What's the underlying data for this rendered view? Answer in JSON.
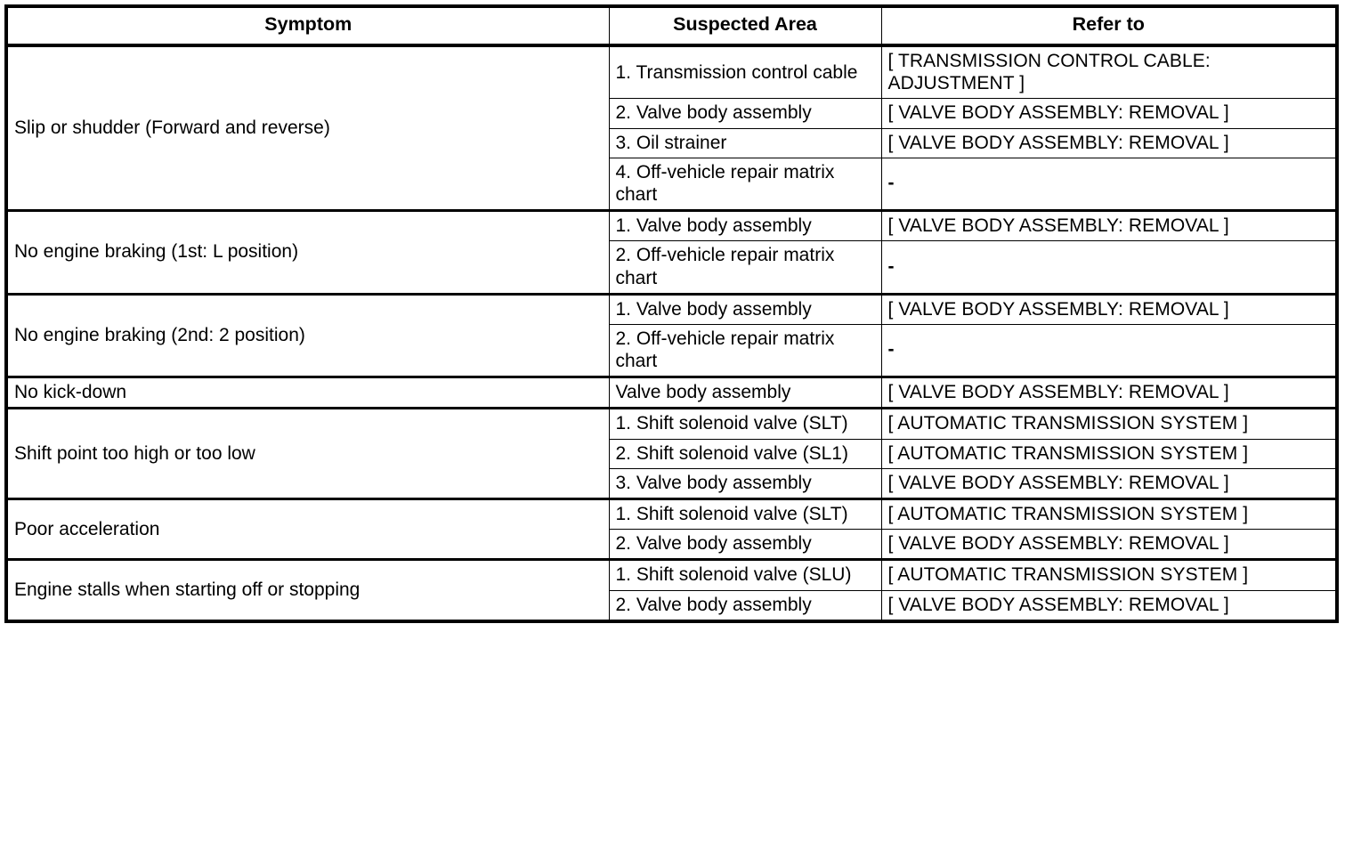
{
  "table": {
    "headers": {
      "symptom": "Symptom",
      "suspected_area": "Suspected Area",
      "refer_to": "Refer to"
    },
    "groups": [
      {
        "symptom": "Slip or shudder (Forward and reverse)",
        "rows": [
          {
            "area": "1. Transmission control cable",
            "refer": "[ TRANSMISSION CONTROL CABLE: ADJUSTMENT ]"
          },
          {
            "area": "2. Valve body assembly",
            "refer": "[ VALVE BODY ASSEMBLY: REMOVAL ]"
          },
          {
            "area": "3. Oil strainer",
            "refer": "[ VALVE BODY ASSEMBLY: REMOVAL ]"
          },
          {
            "area": "4. Off-vehicle repair matrix chart",
            "refer": "-"
          }
        ]
      },
      {
        "symptom": "No engine braking (1st: L position)",
        "rows": [
          {
            "area": "1. Valve body assembly",
            "refer": "[ VALVE BODY ASSEMBLY: REMOVAL ]"
          },
          {
            "area": "2. Off-vehicle repair matrix chart",
            "refer": "-"
          }
        ]
      },
      {
        "symptom": "No engine braking (2nd: 2 position)",
        "rows": [
          {
            "area": "1. Valve body assembly",
            "refer": "[ VALVE BODY ASSEMBLY: REMOVAL ]"
          },
          {
            "area": "2. Off-vehicle repair matrix chart",
            "refer": "-"
          }
        ]
      },
      {
        "symptom": "No kick-down",
        "rows": [
          {
            "area": "Valve body assembly",
            "refer": "[ VALVE BODY ASSEMBLY: REMOVAL ]"
          }
        ]
      },
      {
        "symptom": "Shift point too high or too low",
        "rows": [
          {
            "area": "1. Shift solenoid valve (SLT)",
            "refer": "[ AUTOMATIC TRANSMISSION SYSTEM ]"
          },
          {
            "area": "2. Shift solenoid valve (SL1)",
            "refer": "[ AUTOMATIC TRANSMISSION SYSTEM ]"
          },
          {
            "area": "3. Valve body assembly",
            "refer": "[ VALVE BODY ASSEMBLY: REMOVAL ]"
          }
        ]
      },
      {
        "symptom": "Poor acceleration",
        "rows": [
          {
            "area": "1. Shift solenoid valve (SLT)",
            "refer": "[ AUTOMATIC TRANSMISSION SYSTEM ]"
          },
          {
            "area": "2. Valve body assembly",
            "refer": "[ VALVE BODY ASSEMBLY: REMOVAL ]"
          }
        ]
      },
      {
        "symptom": "Engine stalls when starting off or stopping",
        "rows": [
          {
            "area": "1. Shift solenoid valve (SLU)",
            "refer": "[ AUTOMATIC TRANSMISSION SYSTEM ]"
          },
          {
            "area": "2. Valve body assembly",
            "refer": "[ VALVE BODY ASSEMBLY: REMOVAL ]"
          }
        ]
      }
    ]
  }
}
